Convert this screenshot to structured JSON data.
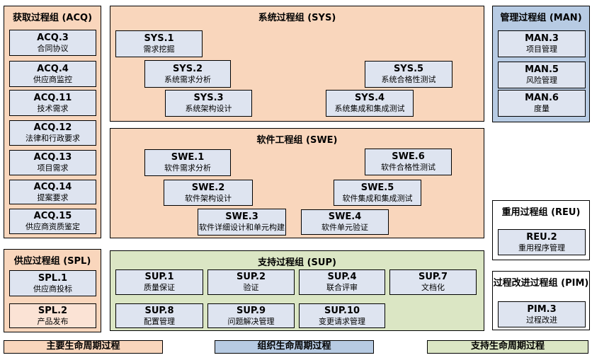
{
  "colors": {
    "primary_lifecycle": "#f9d6bc",
    "organizational_lifecycle": "#b7cbe3",
    "supporting_lifecycle": "#dbe6c4",
    "process_box_fill": "#dee4f0",
    "spl2_box_fill": "#fbe3d5",
    "border": "#000000"
  },
  "groups": {
    "acq": {
      "title": "获取过程组 (ACQ)",
      "processes": [
        {
          "id": "ACQ.3",
          "name": "合同协议"
        },
        {
          "id": "ACQ.4",
          "name": "供应商监控"
        },
        {
          "id": "ACQ.11",
          "name": "技术需求"
        },
        {
          "id": "ACQ.12",
          "name": "法律和行政要求"
        },
        {
          "id": "ACQ.13",
          "name": "项目需求"
        },
        {
          "id": "ACQ.14",
          "name": "提案要求"
        },
        {
          "id": "ACQ.15",
          "name": "供应商资质鉴定"
        }
      ]
    },
    "spl": {
      "title": "供应过程组 (SPL)",
      "processes": [
        {
          "id": "SPL.1",
          "name": "供应商投标"
        },
        {
          "id": "SPL.2",
          "name": "产品发布"
        }
      ]
    },
    "sys": {
      "title": "系统过程组 (SYS)",
      "processes": [
        {
          "id": "SYS.1",
          "name": "需求挖掘"
        },
        {
          "id": "SYS.2",
          "name": "系统需求分析"
        },
        {
          "id": "SYS.3",
          "name": "系统架构设计"
        },
        {
          "id": "SYS.4",
          "name": "系统集成和集成测试"
        },
        {
          "id": "SYS.5",
          "name": "系统合格性测试"
        }
      ]
    },
    "swe": {
      "title": "软件工程组 (SWE)",
      "processes": [
        {
          "id": "SWE.1",
          "name": "软件需求分析"
        },
        {
          "id": "SWE.2",
          "name": "软件架构设计"
        },
        {
          "id": "SWE.3",
          "name": "软件详细设计和单元构建"
        },
        {
          "id": "SWE.4",
          "name": "软件单元验证"
        },
        {
          "id": "SWE.5",
          "name": "软件集成和集成测试"
        },
        {
          "id": "SWE.6",
          "name": "软件合格性测试"
        }
      ]
    },
    "sup": {
      "title": "支持过程组 (SUP)",
      "processes": [
        {
          "id": "SUP.1",
          "name": "质量保证"
        },
        {
          "id": "SUP.2",
          "name": "验证"
        },
        {
          "id": "SUP.4",
          "name": "联合评审"
        },
        {
          "id": "SUP.7",
          "name": "文档化"
        },
        {
          "id": "SUP.8",
          "name": "配置管理"
        },
        {
          "id": "SUP.9",
          "name": "问题解决管理"
        },
        {
          "id": "SUP.10",
          "name": "变更请求管理"
        }
      ]
    },
    "man": {
      "title": "管理过程组 (MAN)",
      "processes": [
        {
          "id": "MAN.3",
          "name": "项目管理"
        },
        {
          "id": "MAN.5",
          "name": "风险管理"
        },
        {
          "id": "MAN.6",
          "name": "度量"
        }
      ]
    },
    "reu": {
      "title": "重用过程组 (REU)",
      "processes": [
        {
          "id": "REU.2",
          "name": "重用程序管理"
        }
      ]
    },
    "pim": {
      "title": "过程改进过程组 (PIM)",
      "processes": [
        {
          "id": "PIM.3",
          "name": "过程改进"
        }
      ]
    }
  },
  "legend": [
    {
      "label": "主要生命周期过程",
      "color": "#f9d6bc"
    },
    {
      "label": "组织生命周期过程",
      "color": "#b7cbe3"
    },
    {
      "label": "支持生命周期过程",
      "color": "#dbe6c4"
    }
  ]
}
